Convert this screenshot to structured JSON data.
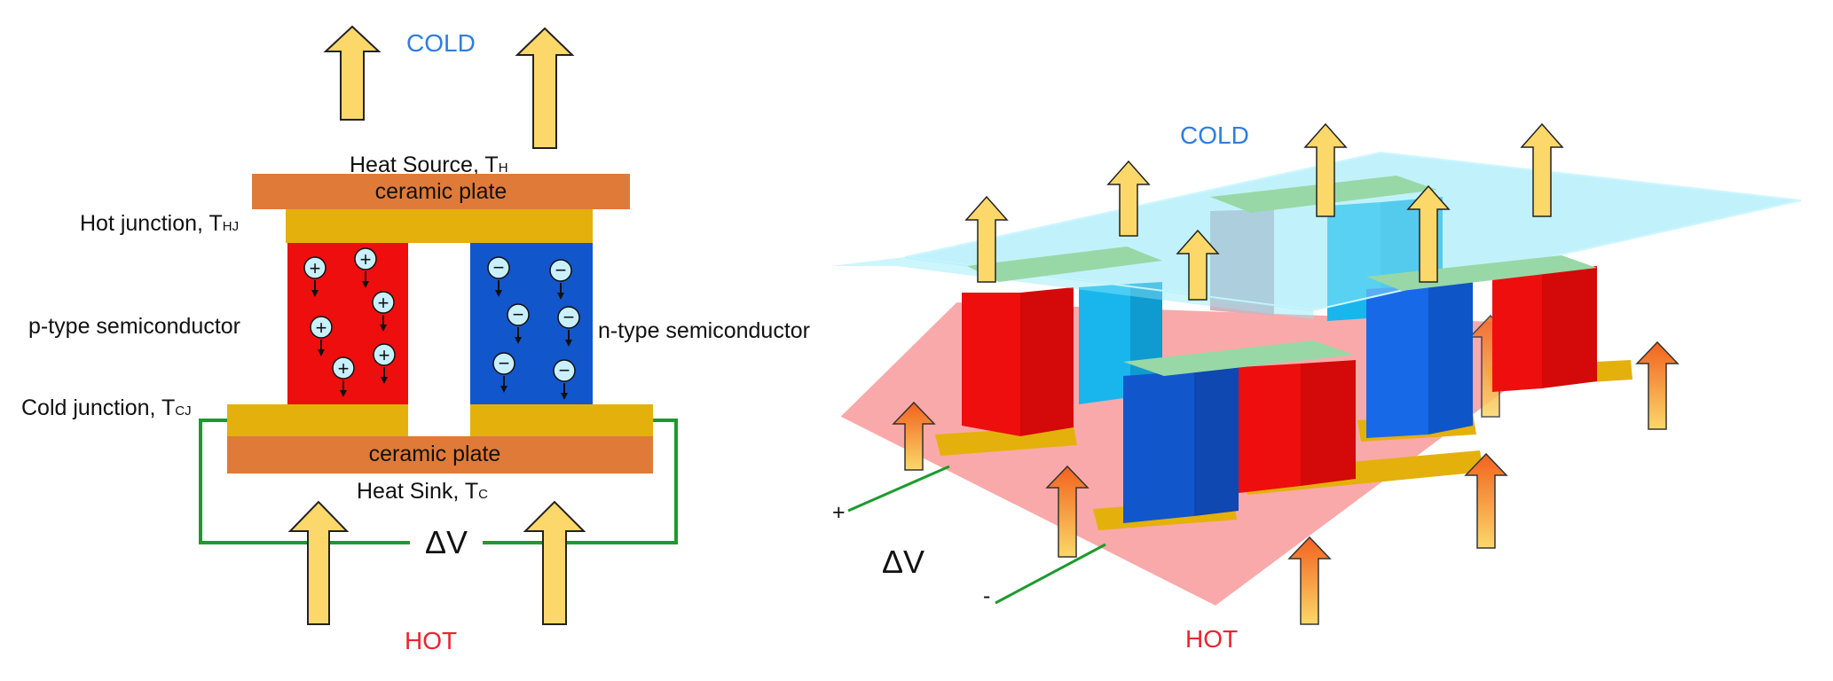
{
  "left_panel": {
    "cold_label": "COLD",
    "hot_label": "HOT",
    "heat_source": {
      "text": "Heat Source, T",
      "sub": "H"
    },
    "heat_sink": {
      "text": "Heat Sink, T",
      "sub": "C"
    },
    "hot_junction": {
      "text": "Hot junction, T",
      "sub": "HJ"
    },
    "cold_junction": {
      "text": "Cold junction, T",
      "sub": "CJ"
    },
    "top_plate": "ceramic plate",
    "bottom_plate": "ceramic plate",
    "p_type": "p-type semiconductor",
    "n_type": "n-type semiconductor",
    "delta_v": "ΔV",
    "hole_symbol": "+",
    "electron_symbol": "−"
  },
  "right_panel": {
    "cold_label": "COLD",
    "hot_label": "HOT",
    "delta_v": "ΔV",
    "plus": "+",
    "minus": "-"
  },
  "colors": {
    "ceramic": "#e07a38",
    "junction": "#e4b00c",
    "p_type": "#ee0e0e",
    "n_type": "#1256cc",
    "wire": "#1d9a2e",
    "arrow_fill": "#fbd869",
    "cold_plate": "#8ee8f8",
    "hot_plate": "#f8a0a0",
    "bridge": "#98d8a6"
  }
}
